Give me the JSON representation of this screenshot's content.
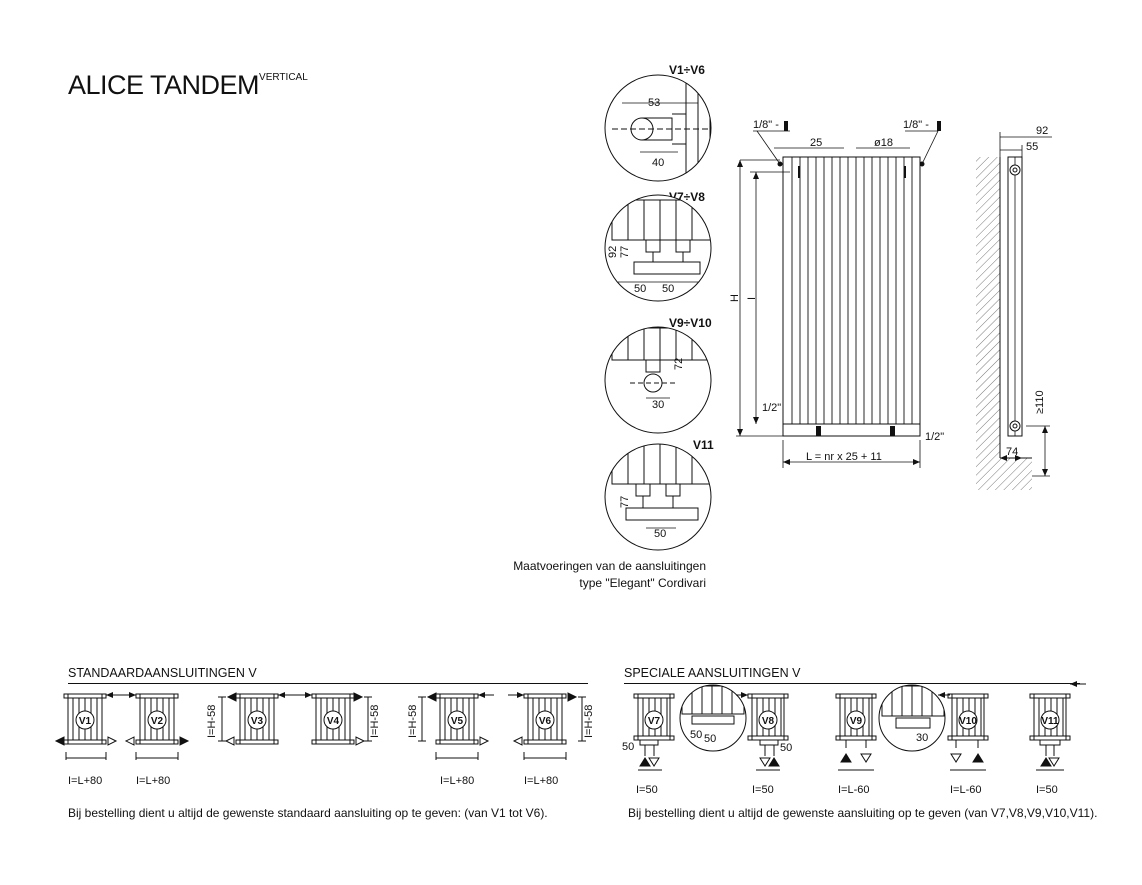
{
  "title": {
    "main": "ALICE TANDEM",
    "sup": "VERTICAL"
  },
  "details": {
    "d1": {
      "label": "V1÷V6",
      "dims": [
        "53",
        "40"
      ]
    },
    "d2": {
      "label": "V7÷V8",
      "dims": [
        "92",
        "77",
        "50",
        "50"
      ]
    },
    "d3": {
      "label": "V9÷V10",
      "dims": [
        "72",
        "30"
      ]
    },
    "d4": {
      "label": "V11",
      "dims": [
        "77",
        "50"
      ]
    }
  },
  "caption": {
    "line1": "Maatvoeringen van de aansluitingen",
    "line2": "type \"Elegant\" Cordivari"
  },
  "front": {
    "thread_left": "1/8\" -",
    "thread_right": "1/8\" -",
    "dim_25": "25",
    "dim_dia": "ø18",
    "H": "H",
    "I": "I",
    "half_in_left": "1/2\"",
    "half_in_right": "1/2\"",
    "width_formula": "L = nr x 25 + 11"
  },
  "side": {
    "d92": "92",
    "d55": "55",
    "d110": "≥110",
    "d74": "74"
  },
  "standard": {
    "heading": "STANDAARDAANSLUITINGEN  V",
    "items": [
      {
        "code": "V1",
        "dim": "I=L+80",
        "side_dim": ""
      },
      {
        "code": "V2",
        "dim": "I=L+80",
        "side_dim": ""
      },
      {
        "code": "V3",
        "dim": "",
        "side_dim": "I=H-58"
      },
      {
        "code": "V4",
        "dim": "",
        "side_dim": "I=H-58"
      },
      {
        "code": "V5",
        "dim": "I=L+80",
        "side_dim": "I=H-58"
      },
      {
        "code": "V6",
        "dim": "I=L+80",
        "side_dim": "I=H-58"
      }
    ],
    "note": "Bij bestelling dient u altijd de gewenste standaard aansluiting op te geven: (van V1 tot V6)."
  },
  "special": {
    "heading": "SPECIALE AANSLUITINGEN V",
    "items": [
      {
        "code": "V7",
        "dim": "I=50",
        "offset": "50"
      },
      {
        "code": "V8",
        "dim": "I=50",
        "offset": "50"
      },
      {
        "code": "V9",
        "dim": "I=L-60"
      },
      {
        "code": "V10",
        "dim": "I=L-60"
      },
      {
        "code": "V11",
        "dim": "I=50"
      }
    ],
    "zoom1_dims": [
      "50",
      "50"
    ],
    "zoom2_dim": "30",
    "note": "Bij bestelling dient u altijd de gewenste aansluiting op te geven (van V7,V8,V9,V10,V11)."
  }
}
